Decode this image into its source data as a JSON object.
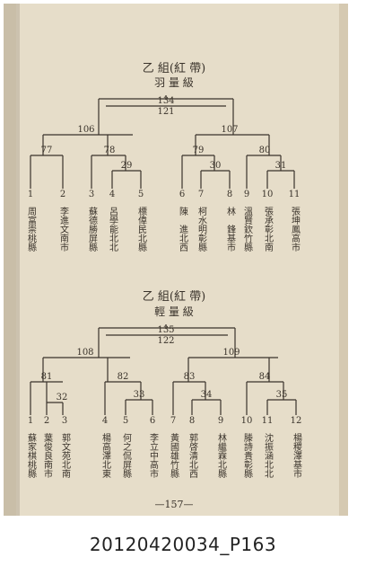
{
  "caption": "20120420034_P163",
  "page_number": "—157—",
  "colors": {
    "paper": "#e6ddc9",
    "paper_edge": "#cbbfa5",
    "ink": "#3a332b",
    "binding_shadow": "#9a8f7f"
  },
  "brackets": [
    {
      "title": "乙 組(紅 帶)",
      "subtitle": "羽 量 級",
      "final": {
        "top": "134",
        "bottom": "121"
      },
      "semis": [
        "106",
        "107"
      ],
      "rounds": [
        "77",
        "78",
        "29",
        "79",
        "30",
        "80",
        "31"
      ],
      "players": [
        {
          "no": "1",
          "name": "周富崇",
          "region": "桃縣"
        },
        {
          "no": "2",
          "name": "李進文",
          "region": "南市"
        },
        {
          "no": "3",
          "name": "蘇德勝",
          "region": "屏縣"
        },
        {
          "no": "4",
          "name": "呂學能",
          "region": "北北"
        },
        {
          "no": "5",
          "name": "標偉民",
          "region": "北縣"
        },
        {
          "no": "6",
          "name": "陳　進",
          "region": "北西"
        },
        {
          "no": "7",
          "name": "柯水明",
          "region": "彰縣"
        },
        {
          "no": "8",
          "name": "林　鋒",
          "region": "基市"
        },
        {
          "no": "9",
          "name": "溫賢欽",
          "region": "竹縣"
        },
        {
          "no": "10",
          "name": "張承彰",
          "region": "北南"
        },
        {
          "no": "11",
          "name": "張坤鳳",
          "region": "高市"
        }
      ]
    },
    {
      "title": "乙 組(紅 帶)",
      "subtitle": "輕 量 級",
      "final": {
        "top": "135",
        "bottom": "122"
      },
      "semis": [
        "108",
        "109"
      ],
      "rounds": [
        "81",
        "32",
        "82",
        "33",
        "83",
        "34",
        "84",
        "35"
      ],
      "players": [
        {
          "no": "1",
          "name": "蘇家棋",
          "region": "桃縣"
        },
        {
          "no": "2",
          "name": "葉俊良",
          "region": "南市"
        },
        {
          "no": "3",
          "name": "郭文苑",
          "region": "北南"
        },
        {
          "no": "4",
          "name": "楊高澤",
          "region": "北東"
        },
        {
          "no": "5",
          "name": "何之侃",
          "region": "屏縣"
        },
        {
          "no": "6",
          "name": "李立中",
          "region": "高市"
        },
        {
          "no": "7",
          "name": "黃國雄",
          "region": "竹縣"
        },
        {
          "no": "8",
          "name": "郭啓清",
          "region": "北西"
        },
        {
          "no": "9",
          "name": "林繼霖",
          "region": "北縣"
        },
        {
          "no": "10",
          "name": "滕詩貴",
          "region": "彰縣"
        },
        {
          "no": "11",
          "name": "沈振涵",
          "region": "北北"
        },
        {
          "no": "12",
          "name": "楊稷澤",
          "region": "基市"
        }
      ]
    }
  ]
}
